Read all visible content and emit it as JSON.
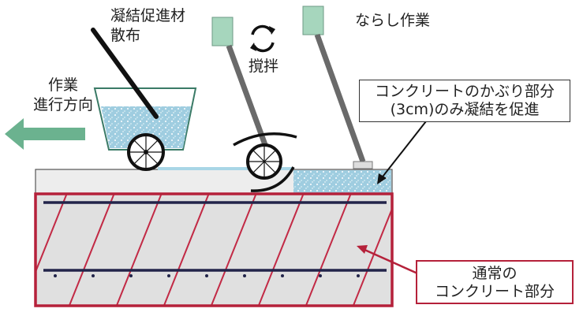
{
  "labels": {
    "spread_line1": "凝結促進材",
    "spread_line2": "散布",
    "stir": "撹拌",
    "level": "ならし作業",
    "direction_line1": "作業",
    "direction_line2": "進行方向"
  },
  "callouts": {
    "cover": {
      "line1": "コンクリートのかぶり部分",
      "line2": "(3cm)のみ凝結を促進"
    },
    "normal": {
      "line1": "通常の",
      "line2": "コンクリート部分"
    }
  },
  "colors": {
    "normal_frame": "#b5213a",
    "rebar_hatch": "#c22a45",
    "arrow": "#6bb28f",
    "handle_grip": "#a6d6bd",
    "treated_layer": "#8fc3d4"
  },
  "icons": {
    "stir": "rotate-arrows-icon"
  }
}
